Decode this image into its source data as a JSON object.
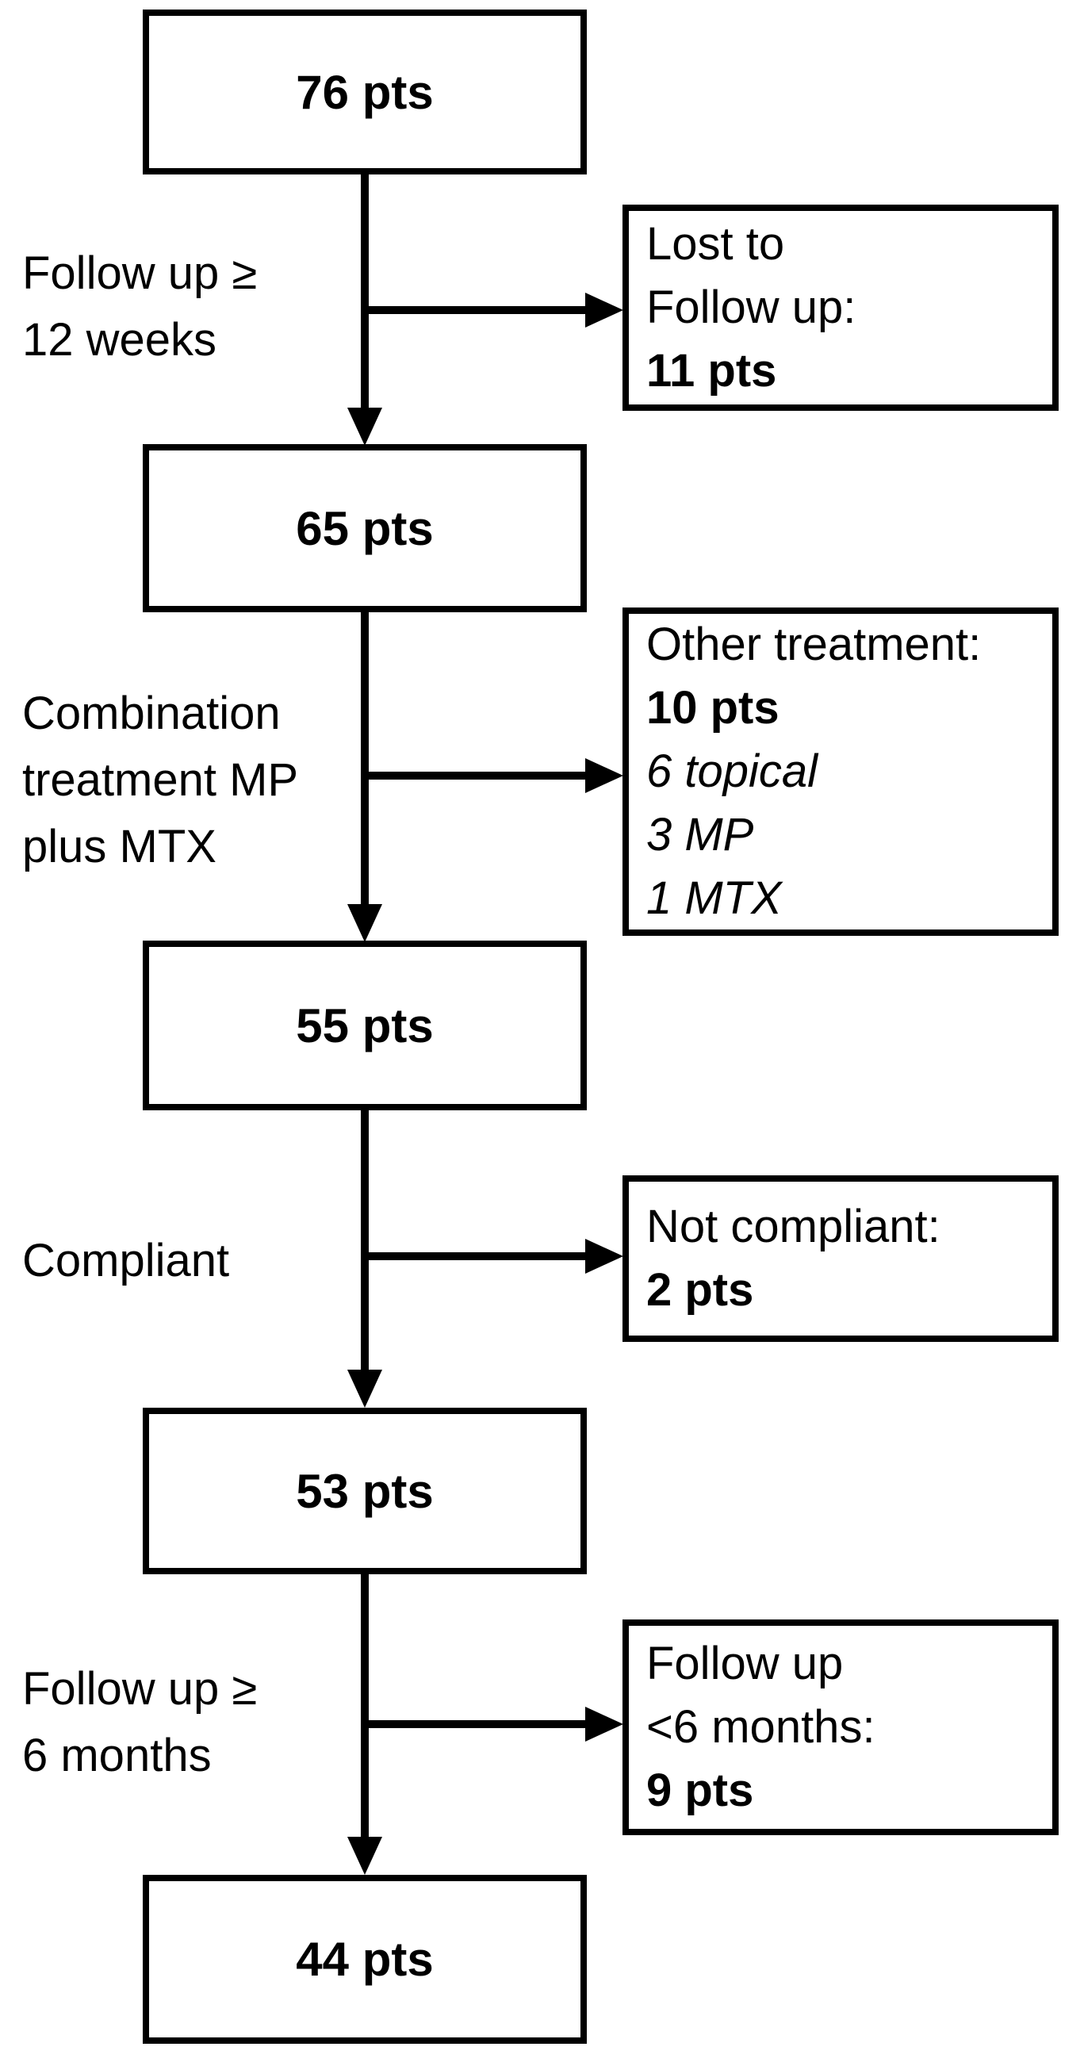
{
  "colors": {
    "ink": "#000000",
    "background": "#ffffff"
  },
  "diagram": {
    "kind": "patient-flow-chart",
    "main_boxes": [
      {
        "label": "76 pts"
      },
      {
        "label": "65 pts"
      },
      {
        "label": "55 pts"
      },
      {
        "label": "53 pts"
      },
      {
        "label": "44 pts"
      }
    ],
    "steps": [
      {
        "left_label_lines": [
          "Follow up ≥",
          "12 weeks"
        ],
        "side_box": {
          "lines": [
            "Lost to",
            "Follow up:"
          ],
          "count": "11 pts"
        }
      },
      {
        "left_label_lines": [
          "Combination",
          "treatment MP",
          "plus MTX"
        ],
        "side_box": {
          "lines": [
            "Other treatment:"
          ],
          "count": "10 pts",
          "items": [
            "6 topical",
            "3 MP",
            "1 MTX"
          ]
        }
      },
      {
        "left_label_lines": [
          "Compliant"
        ],
        "side_box": {
          "lines": [
            "Not compliant:"
          ],
          "count": "2 pts"
        }
      },
      {
        "left_label_lines": [
          "Follow up ≥",
          "6 months"
        ],
        "side_box": {
          "lines": [
            "Follow up",
            "<6 months:"
          ],
          "count": "9 pts"
        }
      }
    ]
  }
}
